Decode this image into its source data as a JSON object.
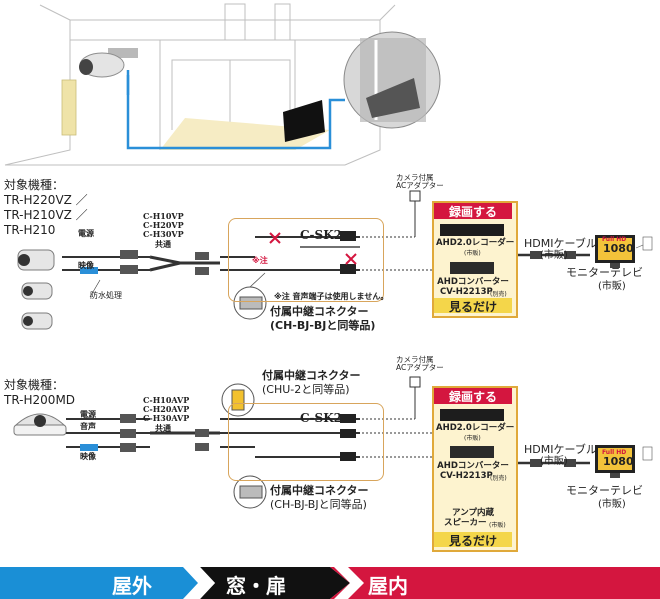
{
  "colors": {
    "outdoor_band": "#1a8fd6",
    "window_band": "#111111",
    "indoor_band": "#d4163f",
    "record_red": "#d4163f",
    "view_yellow": "#f4d64a",
    "panel_fill": "#fdf3cf",
    "sk2_border": "#d8a55c",
    "cable_blue": "#2a8fd8"
  },
  "section1": {
    "target_label": "対象機種：",
    "models": [
      "TR-H220VZ ／",
      "TR-H210VZ ／",
      "TR-H210"
    ],
    "cable_names": [
      "C-H10VP",
      "C-H20VP",
      "C-H30VP"
    ],
    "cable_common": "共通",
    "power_label": "電源",
    "video_label": "映像",
    "waterproof": "防水処理",
    "sk2": "C-SK2",
    "caution_mark": "※注",
    "caution_note": "※注 音声端子は使用しません。",
    "connector_title": "付属中継コネクター",
    "connector_model": "(CH-BJ-BJと同等品)",
    "adapter": [
      "カメラ付属",
      "ACアダプター"
    ],
    "record_title": "録画する",
    "recorder": "AHD2.0レコーダー",
    "recorder_sub": "(市販)",
    "converter": "AHDコンバーター",
    "converter_model": "CV-H2213P",
    "converter_sub": "(別売)",
    "view_title": "見るだけ",
    "hdmi": "HDMIケーブル",
    "hdmi_sub": "(市販)",
    "tv": "モニターテレビ",
    "tv_sub": "(市販)",
    "tv_screen_top": "Full HD",
    "tv_screen_num": "1080"
  },
  "section2": {
    "target_label": "対象機種：",
    "models": [
      "TR-H200MD"
    ],
    "cable_names": [
      "C-H10AVP",
      "C-H20AVP",
      "C-H30AVP"
    ],
    "cable_common": "共通",
    "power_label": "電源",
    "audio_label": "音声",
    "video_label": "映像",
    "sk2": "C-SK2",
    "connector1_title": "付属中継コネクター",
    "connector1_model": "(CHU-2と同等品)",
    "connector2_title": "付属中継コネクター",
    "connector2_model": "(CH-BJ-BJと同等品)",
    "adapter": [
      "カメラ付属",
      "ACアダプター"
    ],
    "record_title": "録画する",
    "recorder": "AHD2.0レコーダー",
    "recorder_sub": "(市販)",
    "converter": "AHDコンバーター",
    "converter_model": "CV-H2213P",
    "converter_sub": "(別売)",
    "speaker": "アンプ内蔵",
    "speaker2": "スピーカー",
    "speaker_sub": "(市販)",
    "view_title": "見るだけ",
    "hdmi": "HDMIケーブル",
    "hdmi_sub": "(市販)",
    "tv": "モニターテレビ",
    "tv_sub": "(市販)",
    "tv_screen_top": "Full HD",
    "tv_screen_num": "1080"
  },
  "band": {
    "outdoor": "屋外",
    "window": "窓・扉",
    "indoor": "屋内"
  }
}
